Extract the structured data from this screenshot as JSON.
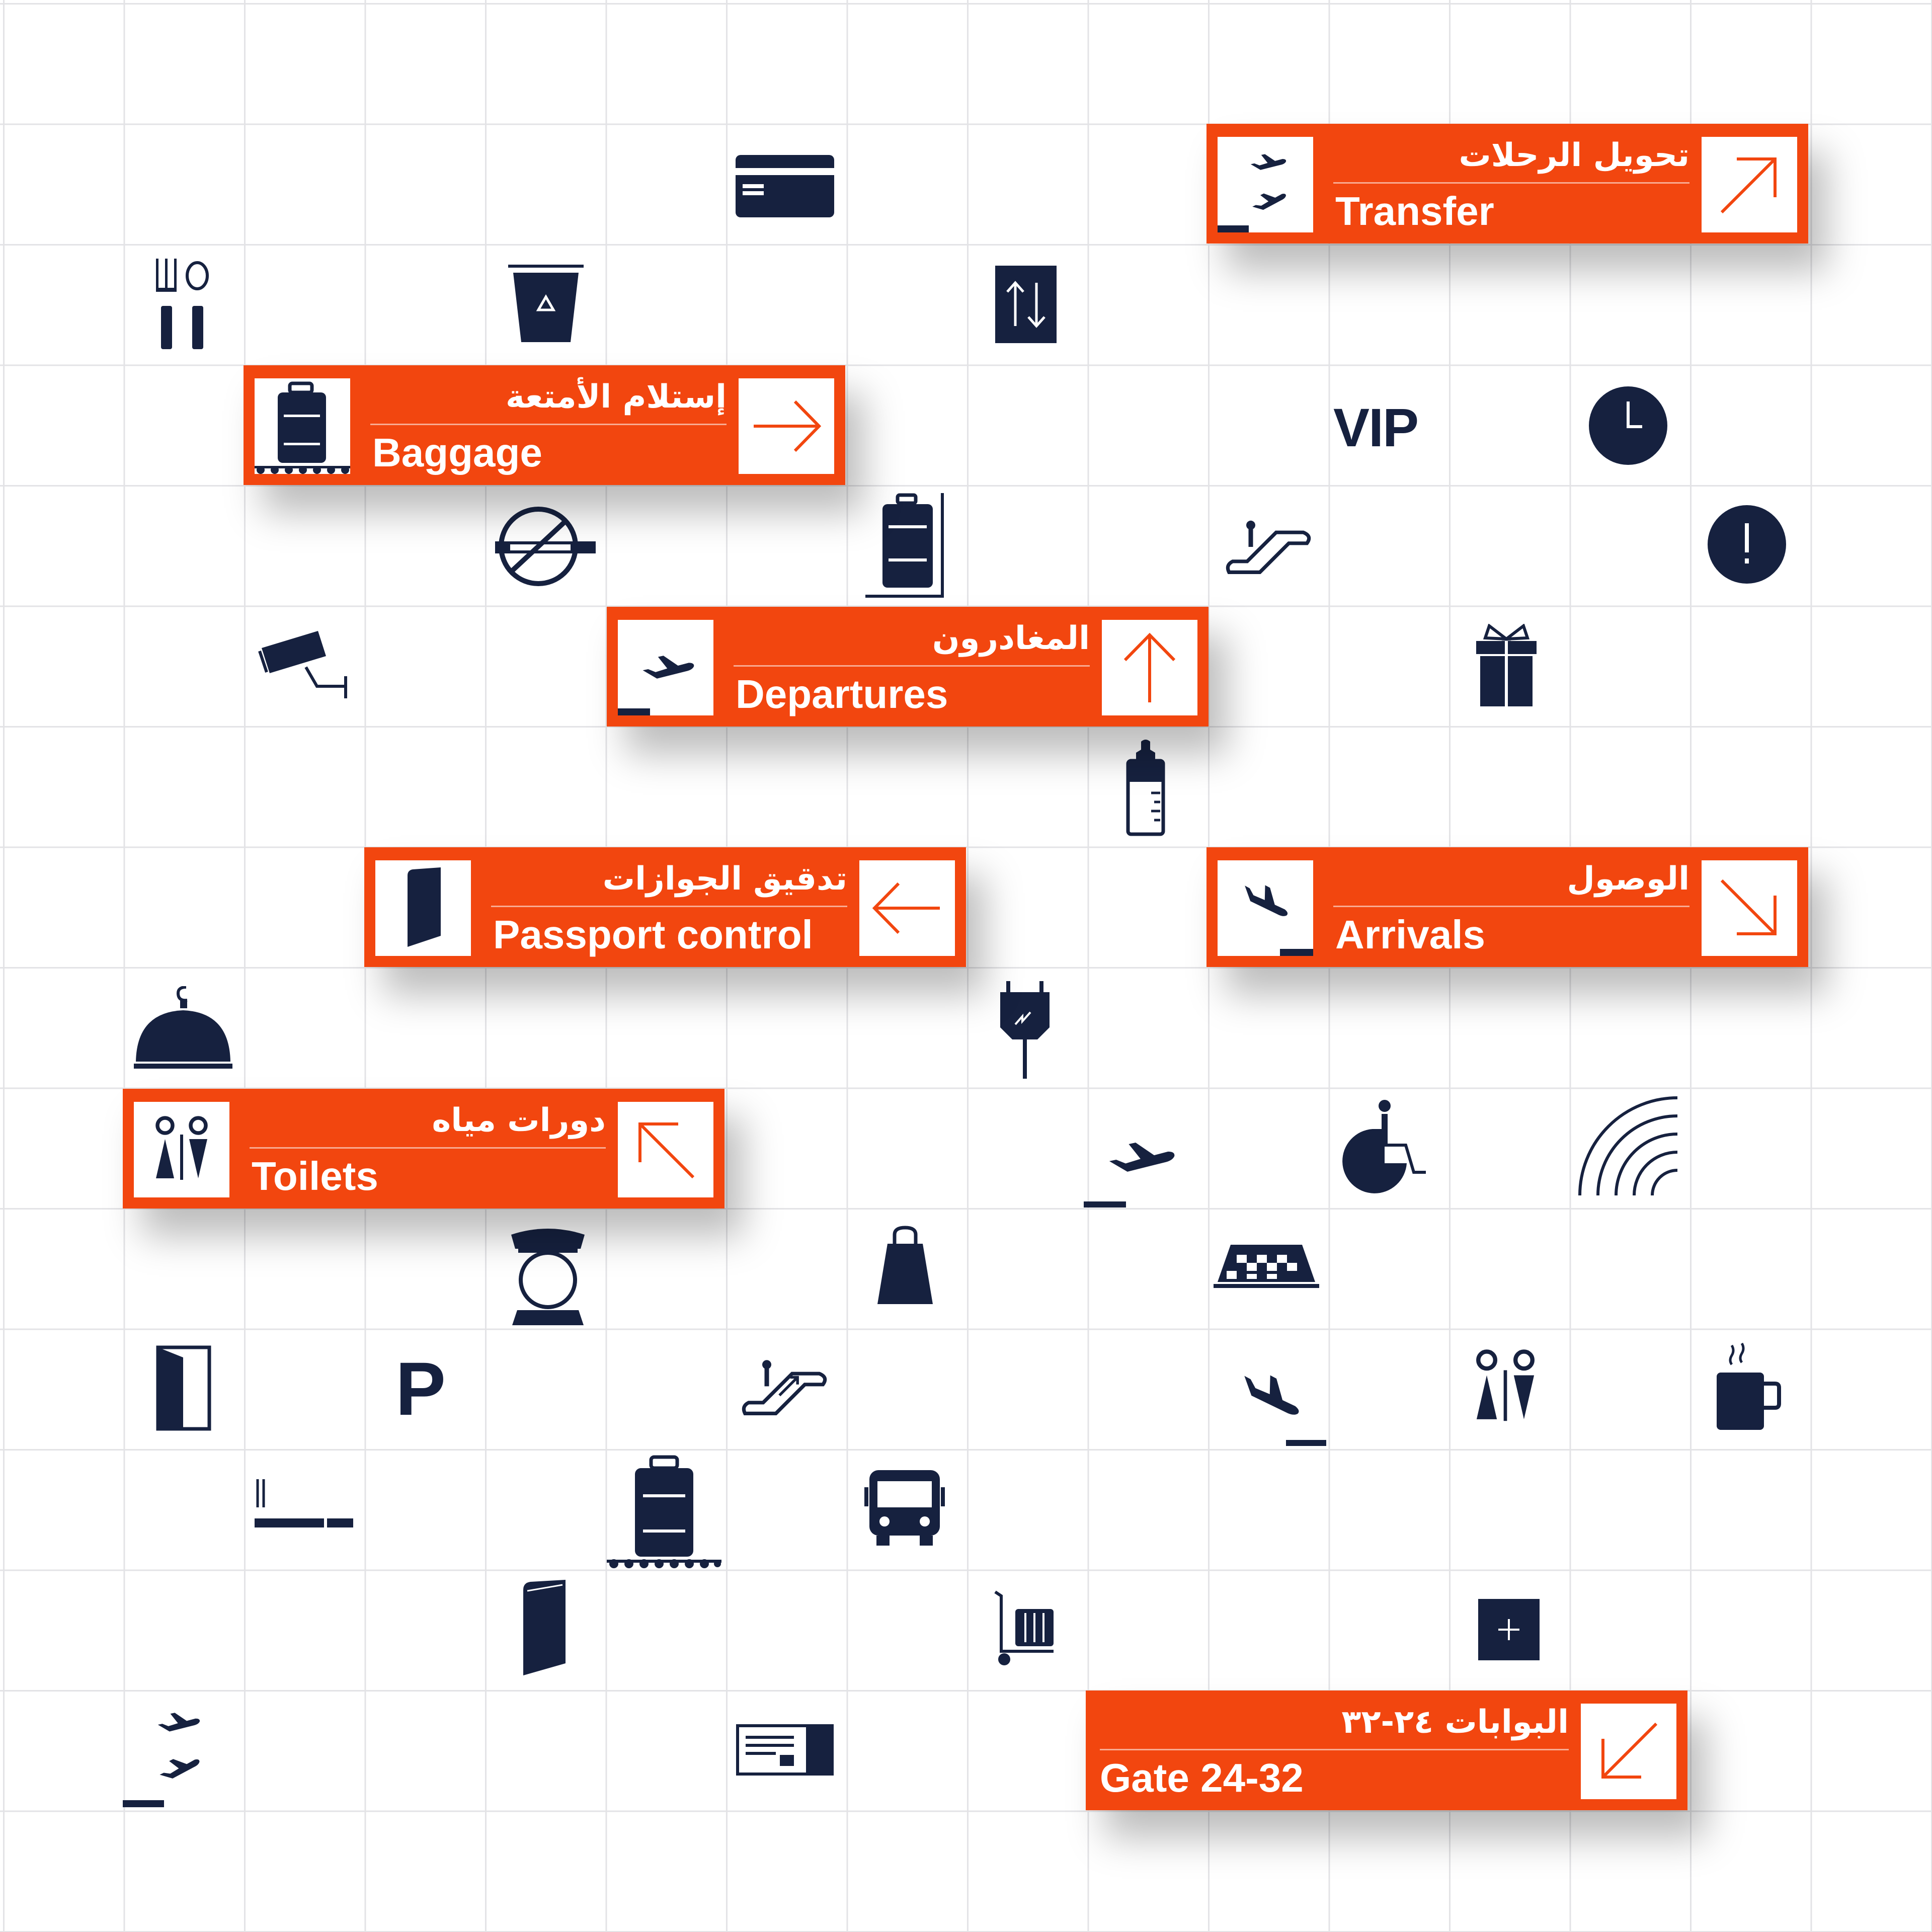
{
  "palette": {
    "sign_orange": "#f2460f",
    "icon_navy": "#16213f",
    "grid_line": "#e3e3e6",
    "background": "#ffffff"
  },
  "signs": {
    "transfer": {
      "arabic": "تحويل الرحلات",
      "english": "Transfer",
      "icon": "transfer-icon",
      "arrow": "arrow-up-right-icon"
    },
    "baggage": {
      "arabic": "إستلام الأمتعة",
      "english": "Baggage",
      "icon": "baggage-claim-icon",
      "arrow": "arrow-right-icon"
    },
    "departures": {
      "arabic": "المغادرون",
      "english": "Departures",
      "icon": "departures-icon",
      "arrow": "arrow-up-icon"
    },
    "passport": {
      "arabic": "تدقيق الجوازات",
      "english": "Passport control",
      "icon": "passport-icon",
      "arrow": "arrow-left-icon"
    },
    "arrivals": {
      "arabic": "الوصول",
      "english": "Arrivals",
      "icon": "arrivals-icon",
      "arrow": "arrow-down-right-icon"
    },
    "toilets": {
      "arabic": "دورات مياه",
      "english": "Toilets",
      "icon": "toilets-icon",
      "arrow": "arrow-up-left-icon"
    },
    "gates": {
      "arabic": "البوابات ٢٤-٣٢",
      "english": "Gate 24-32",
      "arrow": "arrow-down-left-icon"
    }
  },
  "labels": {
    "vip": "VIP",
    "parking": "P"
  },
  "icons": [
    "credit-card-icon",
    "restaurant-icon",
    "waste-bin-icon",
    "elevator-icon",
    "clock-icon",
    "no-smoking-icon",
    "luggage-storage-icon",
    "escalator-down-icon",
    "information-icon",
    "cctv-camera-icon",
    "gift-shop-icon",
    "baby-bottle-icon",
    "room-service-icon",
    "power-outlet-icon",
    "departure-plane-icon",
    "wheelchair-icon",
    "wifi-icon",
    "security-officer-icon",
    "shopping-bag-icon",
    "taxi-icon",
    "exit-door-icon",
    "escalator-up-icon",
    "arrival-plane-icon",
    "restroom-icon",
    "coffee-icon",
    "smoking-area-icon",
    "baggage-claim-icon",
    "bus-icon",
    "passport-icon",
    "luggage-cart-icon",
    "first-aid-icon",
    "transfer-icon",
    "boarding-pass-icon"
  ]
}
